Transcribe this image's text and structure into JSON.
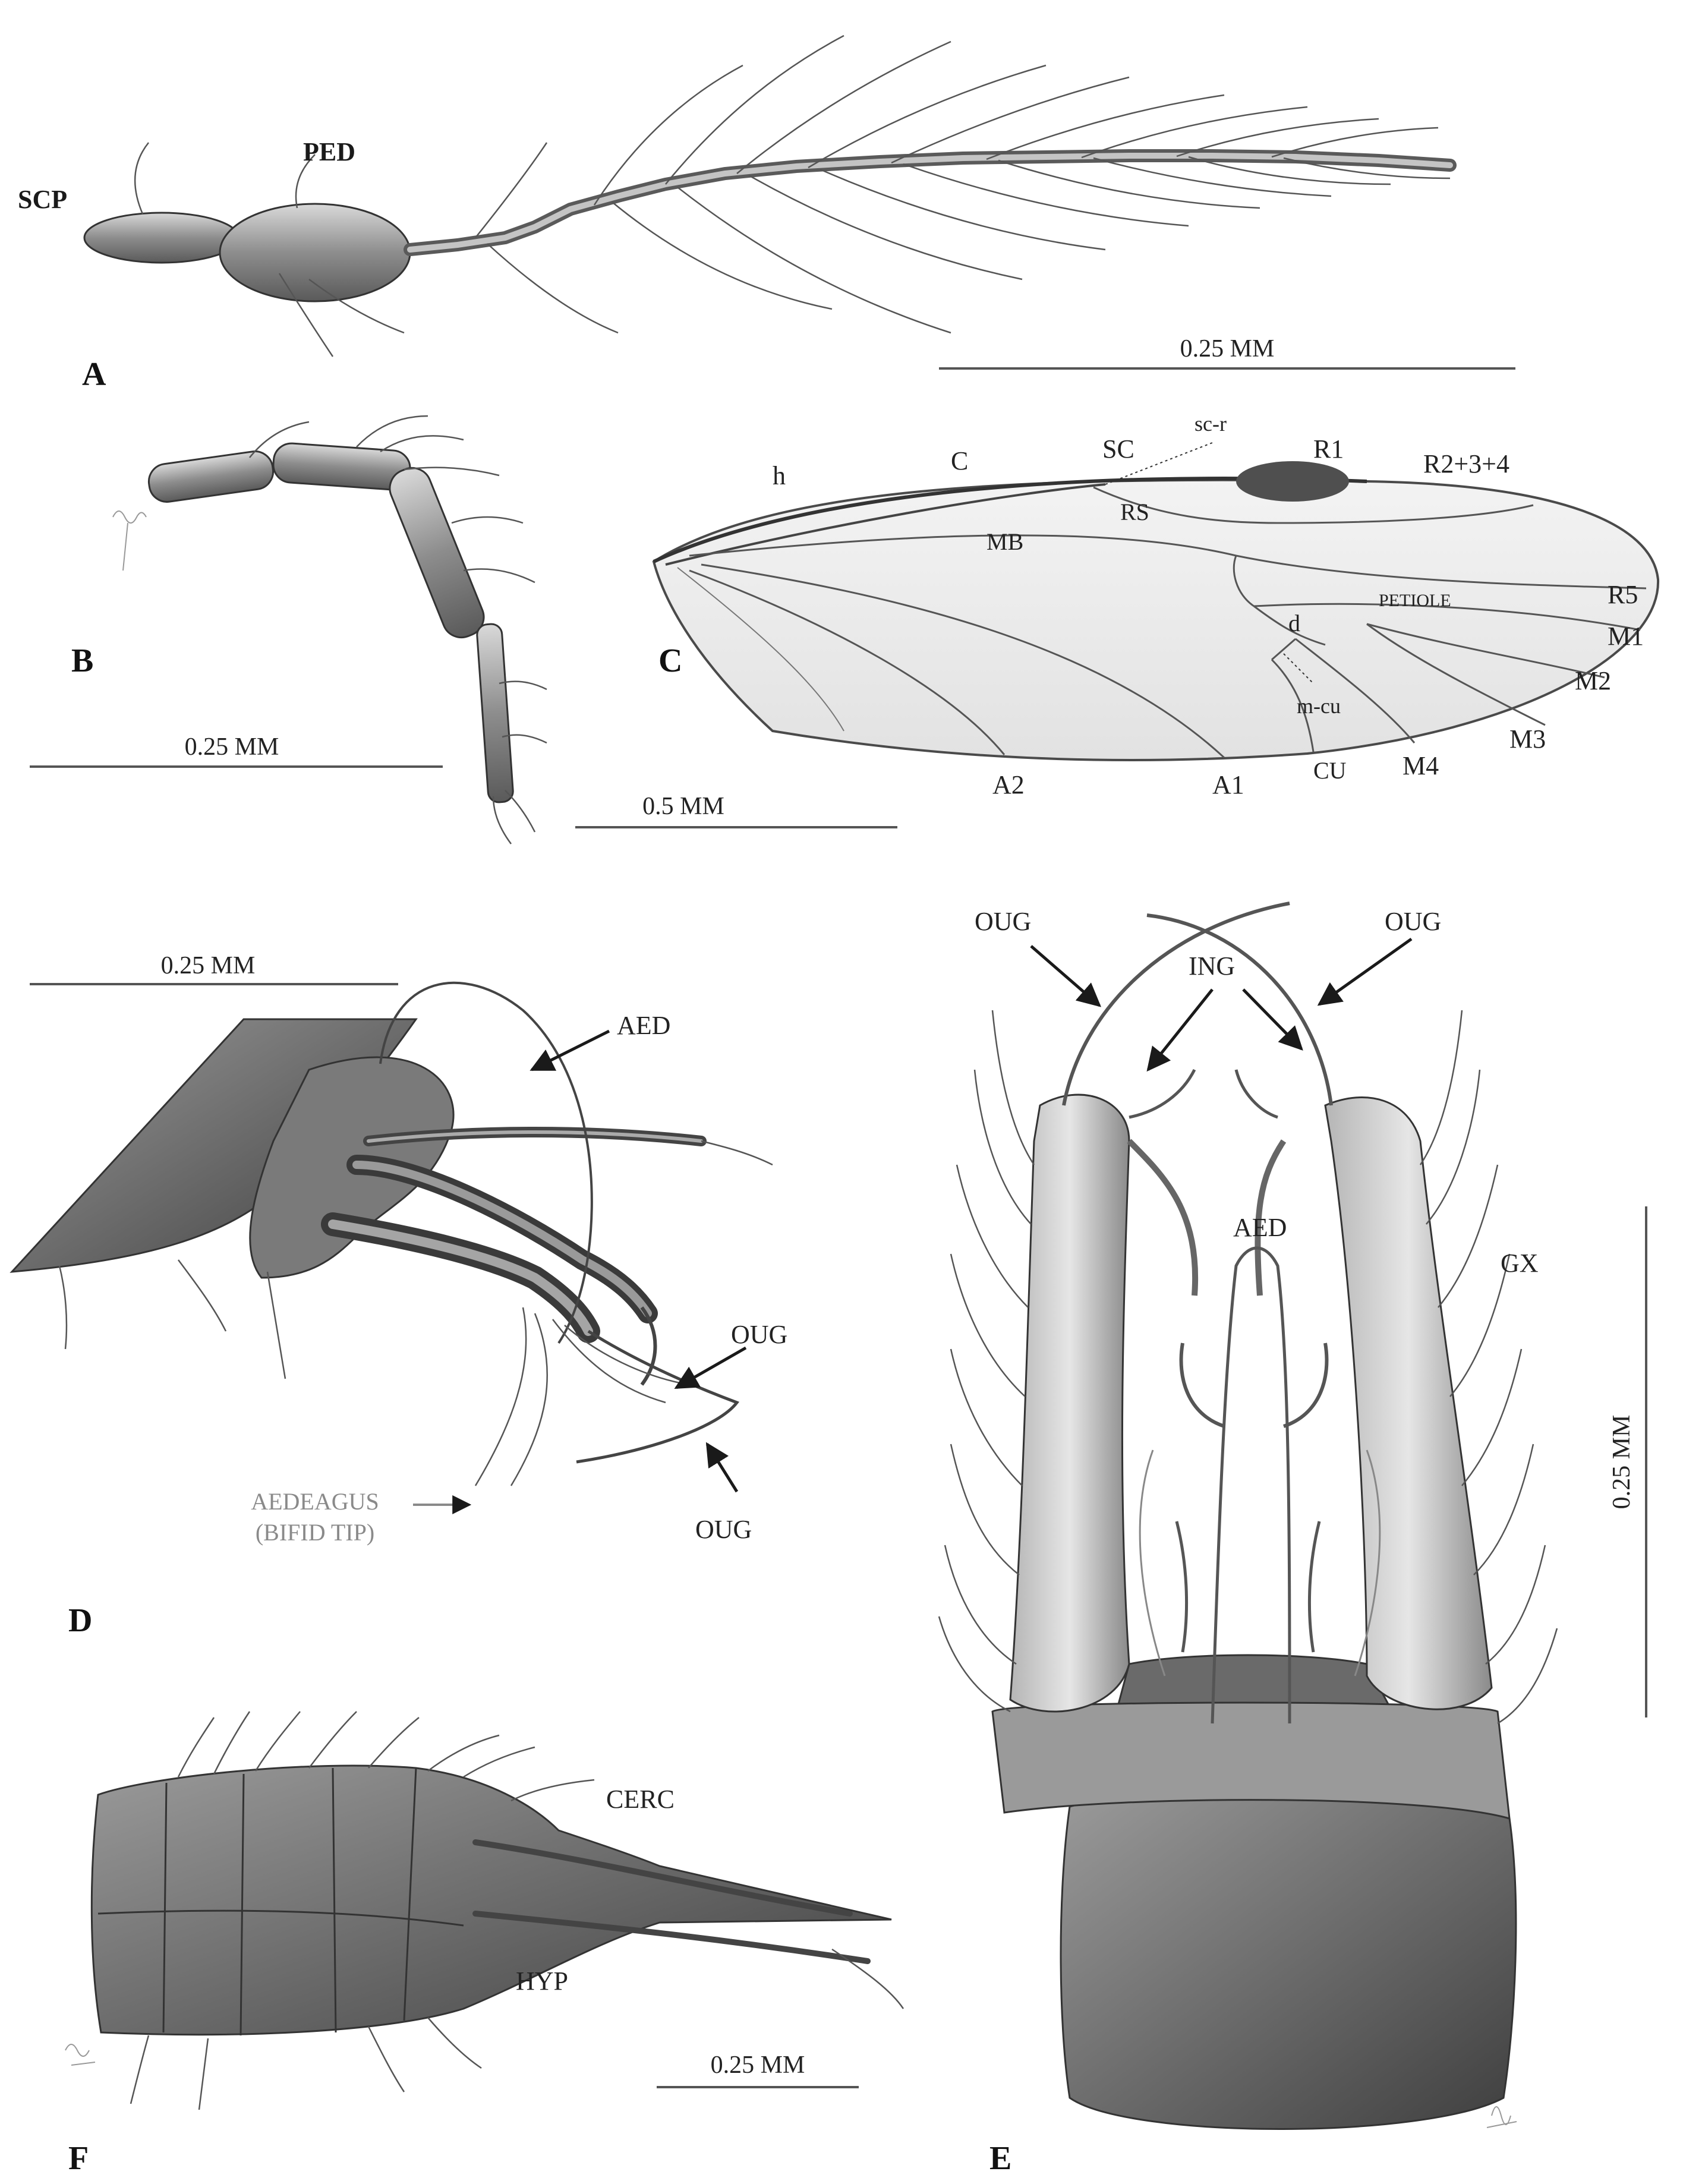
{
  "figure": {
    "panels": {
      "A": {
        "letter": "A",
        "labels": {
          "scape": "SCP",
          "pedicel": "PED"
        },
        "scale": "0.25 MM"
      },
      "B": {
        "letter": "B",
        "scale": "0.25 MM"
      },
      "C": {
        "letter": "C",
        "scale": "0.5 MM",
        "veins": {
          "h": "h",
          "c": "C",
          "sc": "SC",
          "sc_r": "sc-r",
          "r1": "R1",
          "r234": "R2+3+4",
          "rs": "RS",
          "mb": "MB",
          "petiole": "PETIOLE",
          "r5": "R5",
          "m1": "M1",
          "m2": "M2",
          "m3": "M3",
          "m4": "M4",
          "d": "d",
          "m_cu": "m-cu",
          "cu": "CU",
          "a1": "A1",
          "a2": "A2"
        }
      },
      "D": {
        "letter": "D",
        "scale": "0.25 MM",
        "labels": {
          "aed": "AED",
          "oug_upper": "OUG",
          "oug_lower": "OUG",
          "aedeagus_line1": "AEDEAGUS",
          "aedeagus_line2": "(BIFID TIP)"
        }
      },
      "E": {
        "letter": "E",
        "scale": "0.25 MM",
        "labels": {
          "oug_left": "OUG",
          "oug_right": "OUG",
          "ing": "ING",
          "aed": "AED",
          "gx": "GX"
        }
      },
      "F": {
        "letter": "F",
        "scale": "0.25 MM",
        "labels": {
          "cerc": "CERC",
          "hyp": "HYP"
        }
      }
    }
  },
  "colors": {
    "ink": "#3a3a3a",
    "shade": "#7a7a7a",
    "light_shade": "#c8c8c8",
    "paper": "#ffffff",
    "grey_note": "#8a8a8a"
  }
}
